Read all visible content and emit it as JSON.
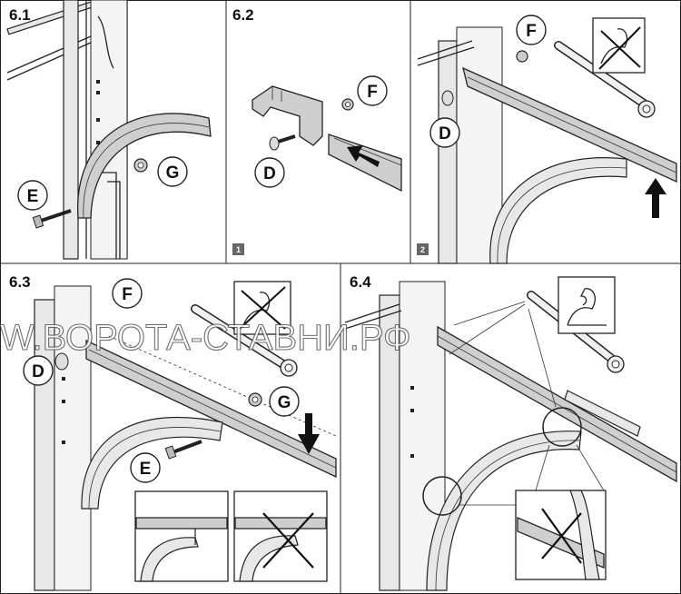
{
  "steps": {
    "s61": "6.1",
    "s62": "6.2",
    "s63": "6.3",
    "s64": "6.4"
  },
  "sub_steps": {
    "one": "1",
    "two": "2"
  },
  "parts": {
    "screw": "E",
    "nut": "G",
    "nut_f": "F",
    "bolt_d": "D"
  },
  "watermark": "W.ВОРОТА-СТАВНИ.РФ",
  "icons": {
    "forbidden_force": "arm-with-cross-icon",
    "allowed_force": "flexed-arm-icon",
    "wrench": "wrench-icon",
    "arrow": "arrow-icon"
  }
}
